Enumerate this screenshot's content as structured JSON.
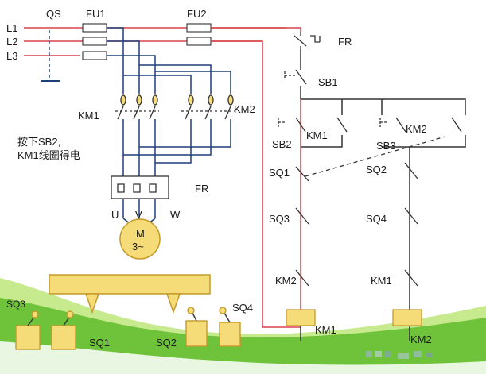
{
  "lines": {
    "l1": "L1",
    "l2": "L2",
    "l3": "L3"
  },
  "labels": {
    "qs": "QS",
    "fu1": "FU1",
    "fu2": "FU2",
    "fr_ctrl": "FR",
    "fr_main": "FR",
    "sb1": "SB1",
    "sb2": "SB2",
    "sb3": "SB3",
    "km1_main": "KM1",
    "km2_main": "KM2",
    "km1_aux": "KM1",
    "km2_aux": "KM2",
    "sq1_ctrl": "SQ1",
    "sq2_ctrl": "SQ2",
    "sq3_ctrl": "SQ3",
    "sq4_ctrl": "SQ4",
    "km2_interlock": "KM2",
    "km1_interlock": "KM1",
    "km1_coil": "KM1",
    "km2_coil": "KM2",
    "u": "U",
    "v": "V",
    "w": "W",
    "motor_m": "M",
    "motor_phase": "3~",
    "sq1_field": "SQ1",
    "sq2_field": "SQ2",
    "sq3_field": "SQ3",
    "sq4_field": "SQ4"
  },
  "note": {
    "line1": "按下SB2,",
    "line2": "KM1线圈得电"
  },
  "colors": {
    "wire_red": "#d9444a",
    "wire_blue": "#1f3f7a",
    "wire_dark": "#333333",
    "fill_yellow": "#f6dc78",
    "stroke_yellow": "#c59a2a",
    "grass": "#6fc33a",
    "grass_light": "#c7ea8e"
  }
}
